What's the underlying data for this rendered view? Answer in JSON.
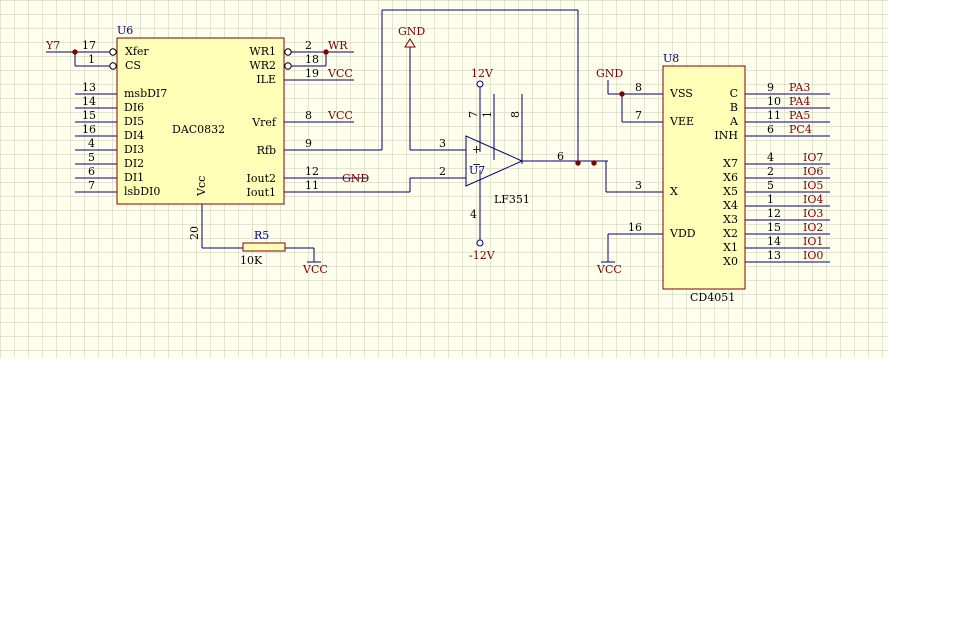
{
  "colors": {
    "grid_background": "#FFFFEE",
    "grid_line": "#C8C8B4",
    "body_fill": "#FFFFB8",
    "body_stroke": "#800000",
    "wire": "#000080",
    "net_label": "#800000",
    "junction": "#800000"
  },
  "u6": {
    "ref": "U6",
    "name": "DAC0832",
    "left_pins": [
      {
        "num": "17",
        "name": "Xfer"
      },
      {
        "num": "1",
        "name": "CS"
      },
      {
        "num": "13",
        "name": "msbDI7"
      },
      {
        "num": "14",
        "name": "DI6"
      },
      {
        "num": "15",
        "name": "DI5"
      },
      {
        "num": "16",
        "name": "DI4"
      },
      {
        "num": "4",
        "name": "DI3"
      },
      {
        "num": "5",
        "name": "DI2"
      },
      {
        "num": "6",
        "name": "DI1"
      },
      {
        "num": "7",
        "name": "lsbDI0"
      }
    ],
    "right_pins": [
      {
        "num": "2",
        "name": "WR1",
        "net": "WR"
      },
      {
        "num": "18",
        "name": "WR2",
        "net": ""
      },
      {
        "num": "19",
        "name": "ILE",
        "net": "VCC"
      },
      {
        "num": "8",
        "name": "Vref",
        "net": "VCC"
      },
      {
        "num": "9",
        "name": "Rfb",
        "net": ""
      },
      {
        "num": "12",
        "name": "Iout2",
        "net": "GND"
      },
      {
        "num": "11",
        "name": "Iout1",
        "net": ""
      }
    ],
    "bottom_pin": {
      "num": "20",
      "name": "Vcc"
    },
    "input_net": "Y7"
  },
  "r5": {
    "ref": "R5",
    "value": "10K",
    "net": "VCC"
  },
  "u7": {
    "ref": "U7",
    "name": "LF351",
    "pin_plus": "3",
    "pin_minus": "2",
    "pin_out": "6",
    "pin_vplus": "7",
    "pin_1": "1",
    "pin_8": "8",
    "pin_vminus": "4",
    "plus_sign": "+",
    "minus_sign": "−",
    "supply_pos": "12V",
    "supply_neg": "-12V",
    "gnd_net": "GND"
  },
  "u8": {
    "ref": "U8",
    "name": "CD4051",
    "left_pins": [
      {
        "num": "8",
        "name": "VSS"
      },
      {
        "num": "7",
        "name": "VEE"
      },
      {
        "num": "3",
        "name": "X"
      },
      {
        "num": "16",
        "name": "VDD"
      }
    ],
    "right_pins": [
      {
        "num": "9",
        "name": "C",
        "net": "PA3"
      },
      {
        "num": "10",
        "name": "B",
        "net": "PA4"
      },
      {
        "num": "11",
        "name": "A",
        "net": "PA5"
      },
      {
        "num": "6",
        "name": "INH",
        "net": "PC4"
      },
      {
        "num": "4",
        "name": "X7",
        "net": "IO7"
      },
      {
        "num": "2",
        "name": "X6",
        "net": "IO6"
      },
      {
        "num": "5",
        "name": "X5",
        "net": "IO5"
      },
      {
        "num": "1",
        "name": "X4",
        "net": "IO4"
      },
      {
        "num": "12",
        "name": "X3",
        "net": "IO3"
      },
      {
        "num": "15",
        "name": "X2",
        "net": "IO2"
      },
      {
        "num": "14",
        "name": "X1",
        "net": "IO1"
      },
      {
        "num": "13",
        "name": "X0",
        "net": "IO0"
      }
    ],
    "gnd_net": "GND",
    "vcc_net": "VCC"
  }
}
